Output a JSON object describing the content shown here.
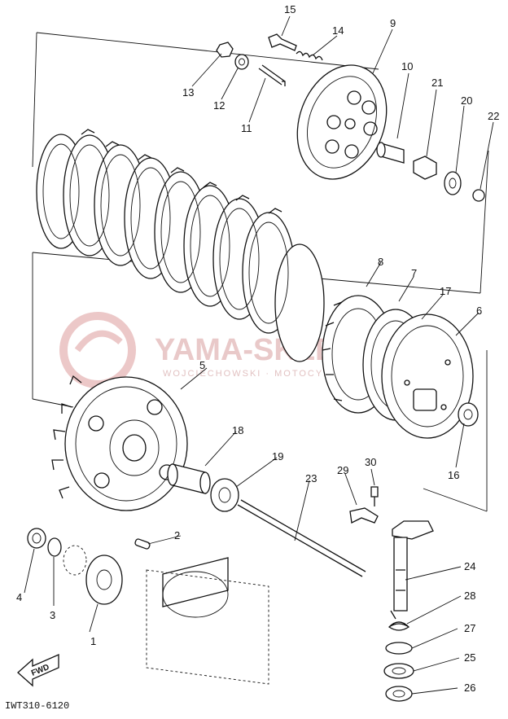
{
  "diagram": {
    "drawing_code": "IWT310-6120",
    "fwd_label": "FWD",
    "watermark": {
      "brand_text": "YAMA-SKLEP",
      "sub_text": "WOJCIECHOWSKI · MOTOCYKLE · TRENERMOTO",
      "color": "#e9c9c9"
    },
    "callouts": [
      {
        "id": "1",
        "label": "1"
      },
      {
        "id": "2",
        "label": "2"
      },
      {
        "id": "3",
        "label": "3"
      },
      {
        "id": "4",
        "label": "4"
      },
      {
        "id": "5",
        "label": "5"
      },
      {
        "id": "6",
        "label": "6"
      },
      {
        "id": "7",
        "label": "7"
      },
      {
        "id": "8",
        "label": "8"
      },
      {
        "id": "9",
        "label": "9"
      },
      {
        "id": "10",
        "label": "10"
      },
      {
        "id": "11",
        "label": "11"
      },
      {
        "id": "12",
        "label": "12"
      },
      {
        "id": "13",
        "label": "13"
      },
      {
        "id": "14",
        "label": "14"
      },
      {
        "id": "15",
        "label": "15"
      },
      {
        "id": "16",
        "label": "16"
      },
      {
        "id": "17",
        "label": "17"
      },
      {
        "id": "18",
        "label": "18"
      },
      {
        "id": "19",
        "label": "19"
      },
      {
        "id": "20",
        "label": "20"
      },
      {
        "id": "21",
        "label": "21"
      },
      {
        "id": "22",
        "label": "22"
      },
      {
        "id": "23",
        "label": "23"
      },
      {
        "id": "24",
        "label": "24"
      },
      {
        "id": "25",
        "label": "25"
      },
      {
        "id": "26",
        "label": "26"
      },
      {
        "id": "27",
        "label": "27"
      },
      {
        "id": "28",
        "label": "28"
      },
      {
        "id": "29",
        "label": "29"
      },
      {
        "id": "30",
        "label": "30"
      }
    ]
  }
}
